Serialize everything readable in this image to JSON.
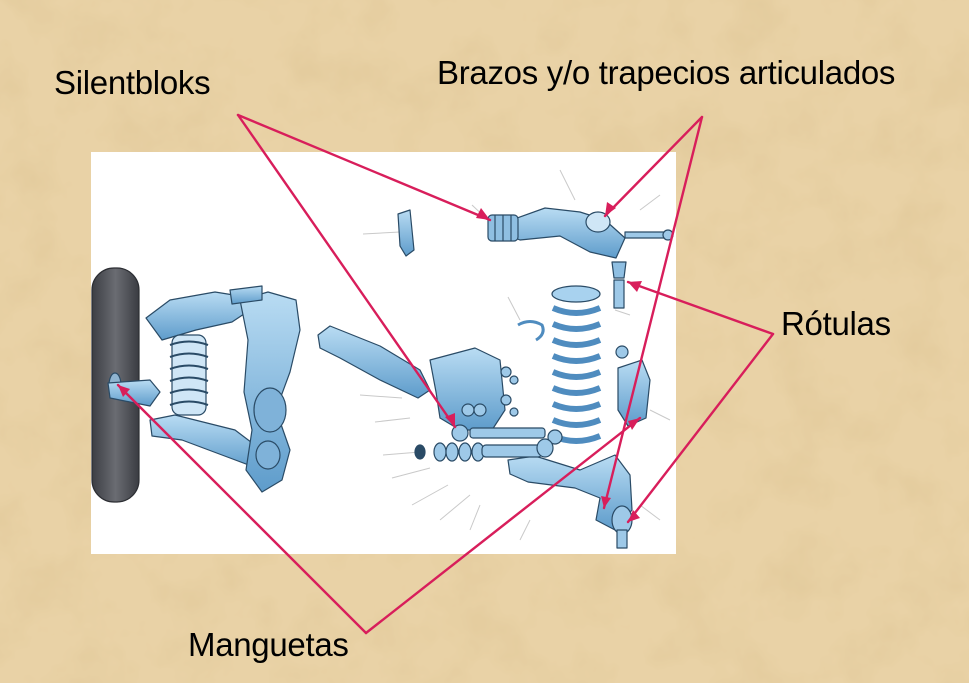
{
  "labels": {
    "silentbloks": "Silentbloks",
    "brazos": "Brazos y/o trapecios articulados",
    "rotulas": "Rótulas",
    "manguetas": "Manguetas"
  },
  "colors": {
    "background": "#e9d2a6",
    "leader_lines": "#d81e5b",
    "parts": "#6fa7d2",
    "tire": "#4c4e55"
  }
}
